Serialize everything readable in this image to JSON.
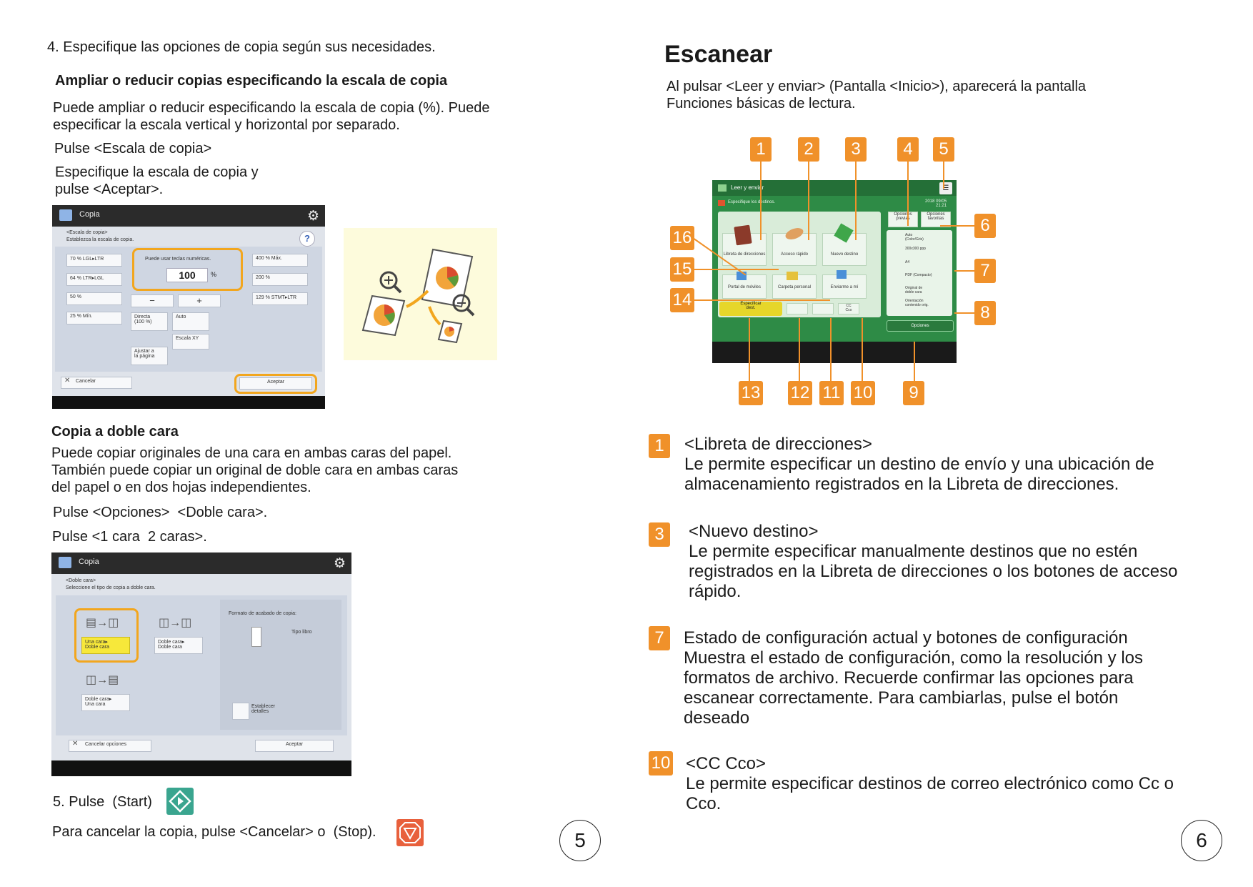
{
  "left": {
    "step4": "4. Especifique las opciones de copia según sus necesidades.",
    "scale_heading": "Ampliar o reducir copias especificando la escala de copia",
    "scale_p1": "Puede ampliar o reducir especificando la escala de copia (%). Puede",
    "scale_p2": "especificar la escala vertical y horizontal por separado.",
    "scale_pulse": "Pulse <Escala de copia>",
    "scale_spec1": "Especifique la escala de copia y",
    "scale_spec2": "pulse <Aceptar>.",
    "duplex_heading": "Copia a doble cara",
    "duplex_p1": "Puede copiar originales de una cara en ambas caras del papel.",
    "duplex_p2": "También puede copiar un original de doble cara en ambas caras",
    "duplex_p3": "del papel o en dos hojas independientes.",
    "duplex_pulse1": "Pulse <Opciones>  <Doble cara>.",
    "duplex_pulse2": "Pulse <1 cara  2 caras>.",
    "step5": "5. Pulse  (Start)",
    "cancel_text": "Para cancelar la copia, pulse <Cancelar> o  (Stop).",
    "page_number": "5"
  },
  "screen1": {
    "title": "Copia",
    "sub1": "<Escala de copia>",
    "sub2": "Establezca la escala de copia.",
    "help": "?",
    "left_buttons": [
      "70 % LGL▸LTR",
      "64 % LTR▸LGL",
      "50 %",
      "25 % Mín."
    ],
    "keys_label": "Puede usar teclas numéricas.",
    "value": "100",
    "unit": "%",
    "minus": "−",
    "plus": "+",
    "right_buttons": [
      "400 % Máx.",
      "200 %",
      "129 % STMT▸LTR"
    ],
    "direct": "Directa\n(100 %)",
    "auto": "Auto",
    "xy": "Escala XY",
    "fit": "Ajustar a\nla página",
    "cancel": "Cancelar",
    "accept": "Aceptar"
  },
  "screen2": {
    "title": "Copia",
    "sub1": "<Doble cara>",
    "sub2": "Seleccione el tipo de copia a doble cara.",
    "opt1": "Una cara▸\nDoble cara",
    "opt2": "Doble cara▸\nDoble cara",
    "opt3": "Doble cara▸\nUna cara",
    "format_label": "Formato de acabado de copia:",
    "format_value": "Tipo libro",
    "detail": "Establecer\ndetalles",
    "cancel": "Cancelar opciones",
    "accept": "Aceptar"
  },
  "right": {
    "title": "Escanear",
    "intro1": "Al pulsar <Leer y enviar> (Pantalla <Inicio>), aparecerá la pantalla",
    "intro2": "Funciones básicas de lectura.",
    "callouts_top": [
      "1",
      "2",
      "3",
      "4",
      "5"
    ],
    "callouts_right": [
      "6",
      "7",
      "8"
    ],
    "callouts_bottom": [
      "13",
      "12",
      "11",
      "10",
      "9"
    ],
    "callouts_left": [
      "16",
      "15",
      "14"
    ],
    "scan_title": "Leer y enviar",
    "scan_dest": "Especifique los destinos.",
    "scan_date": "2018 09/05\n21:21",
    "scan_buttons": [
      "Libreta de\ndirecciones",
      "Acceso rápido",
      "Nuevo destino",
      "Portal de\nmóviles",
      "Carpeta\npersonal",
      "Enviarme\na mí"
    ],
    "scan_side": [
      "Opciones\nprevias",
      "Opciones\nfavoritas"
    ],
    "scan_settings": [
      "Auto\n(Color/Gris)",
      "300x300 ppp",
      "A4",
      "PDF (Compacto)",
      "Original de\ndoble cara",
      "Orientación\ncontenido orig."
    ],
    "scan_specify": "Especificar\ndest.",
    "scan_cc": "CC\nCco",
    "scan_options": "Opciones",
    "items": [
      {
        "num": "1",
        "title": "<Libreta de direcciones>",
        "lines": [
          "Le permite especificar un destino de envío y una ubicación de",
          "almacenamiento registrados en la Libreta de direcciones."
        ]
      },
      {
        "num": "3",
        "title": "<Nuevo destino>",
        "lines": [
          "Le permite especificar manualmente destinos que no estén",
          "registrados en la Libreta de direcciones o los botones de acceso",
          "rápido."
        ]
      },
      {
        "num": "7",
        "title": "Estado de configuración actual y botones de configuración",
        "lines": [
          "Muestra el estado de configuración, como la resolución y los",
          "formatos de archivo. Recuerde confirmar las opciones para",
          "escanear correctamente. Para cambiarlas, pulse el botón",
          "deseado"
        ]
      },
      {
        "num": "10",
        "title": "<CC Cco>",
        "lines": [
          "Le permite especificar destinos de correo electrónico como Cc o",
          "Cco."
        ]
      }
    ],
    "page_number": "6"
  },
  "colors": {
    "accent": "#f0912a",
    "scan_green": "#2e8b46",
    "start_teal": "#3aa58f",
    "stop_orange": "#e8603c",
    "zoom_bg": "#fdfbdc"
  },
  "icons": [
    "settings-gear-icon",
    "help-icon",
    "zoom-in-icon",
    "zoom-out-icon",
    "start-button-icon",
    "stop-button-icon",
    "duplex-page-icon"
  ]
}
